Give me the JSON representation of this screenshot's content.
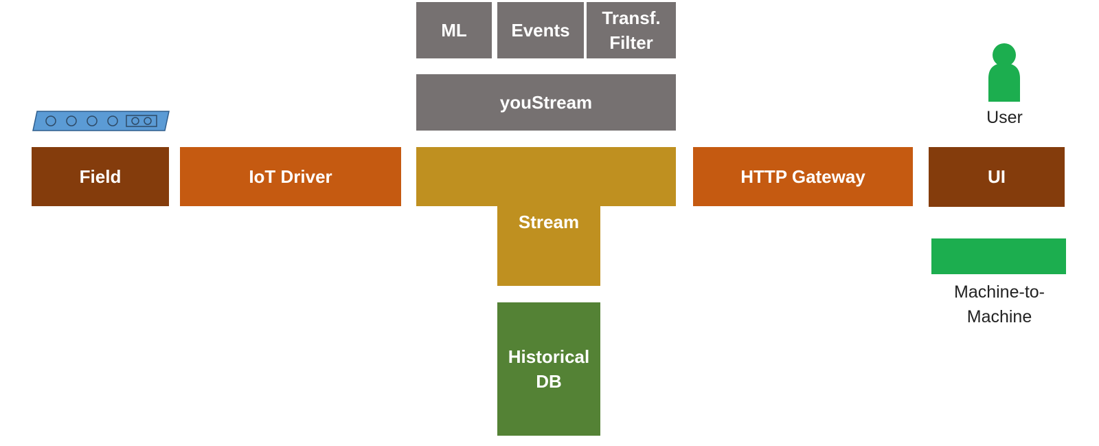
{
  "top_modules": {
    "ml": "ML",
    "events": "Events",
    "transf_filter": "Transf.\nFilter"
  },
  "youstream": "youStream",
  "pipeline": {
    "field": "Field",
    "iot_driver": "IoT Driver",
    "stream": "Stream",
    "http_gateway": "HTTP Gateway",
    "ui": "UI"
  },
  "historical_db": "Historical\nDB",
  "consumers": {
    "user": "User",
    "machine_to_machine": "Machine-to-\nMachine"
  },
  "colors": {
    "grey": "#767171",
    "brown": "#843c0c",
    "orange": "#c55a11",
    "gold": "#bf9020",
    "moss": "#548235",
    "green": "#1cae4f",
    "device_blue": "#5b9bd5"
  },
  "icons": [
    "device-strip-icon",
    "user-icon"
  ]
}
